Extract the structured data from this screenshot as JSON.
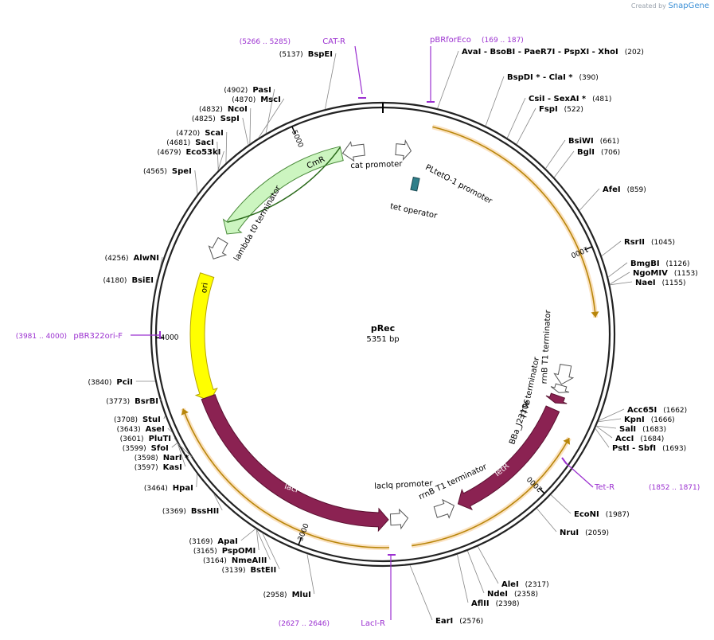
{
  "watermark": {
    "prefix": "Created by",
    "logo_text": "SnapGene"
  },
  "plasmid": {
    "name": "pRec",
    "size_label": "5351 bp",
    "length": 5351
  },
  "colors": {
    "backbone": "#222222",
    "feature_maroon": "#8b2252",
    "feature_green": "#ccf5c0",
    "feature_yellow": "#ffff00",
    "primer": "#9b30d0",
    "primer_orange": "#f0a040",
    "enzyme_line": "#888888",
    "white_feature": "#ffffff"
  },
  "ticks": [
    {
      "pos": 1000,
      "label": "1000"
    },
    {
      "pos": 2000,
      "label": "2000"
    },
    {
      "pos": 3000,
      "label": "3000"
    },
    {
      "pos": 4000,
      "label": "4000"
    },
    {
      "pos": 5000,
      "label": "5000"
    }
  ],
  "features": [
    {
      "name": "CmR",
      "label": "CmR",
      "type": "arrow",
      "start": 4500,
      "end": 5160,
      "dir": -1,
      "color": "green",
      "lane": 0
    },
    {
      "name": "cat promoter",
      "label": "cat promoter",
      "type": "arrow",
      "start": 5165,
      "end": 5265,
      "dir": -1,
      "color": "white",
      "lane": 0
    },
    {
      "name": "lambda t0 terminator",
      "label": "lambda t0 terminator",
      "type": "arrow",
      "start": 4370,
      "end": 4465,
      "dir": -1,
      "color": "white",
      "lane": 0
    },
    {
      "name": "ori",
      "label": "ori",
      "type": "arrow",
      "start": 3700,
      "end": 4290,
      "dir": -1,
      "color": "yellow",
      "lane": 0
    },
    {
      "name": "PLtetO-1 promoter",
      "label": "PLtetO-1 promoter",
      "type": "arrow",
      "start": 60,
      "end": 130,
      "dir": 1,
      "color": "white",
      "lane": 0
    },
    {
      "name": "tet operator",
      "label": "tet operator",
      "type": "box",
      "start": 170,
      "end": 190,
      "color": "teal",
      "lane": 2
    },
    {
      "name": "rrnB T1 terminator",
      "label": "rrnB T1 terminator",
      "type": "arrow",
      "start": 1480,
      "end": 1570,
      "dir": 1,
      "color": "white",
      "lane": 0
    },
    {
      "name": "T7Te terminator",
      "label": "T7Te terminator",
      "type": "arrow",
      "start": 1575,
      "end": 1610,
      "dir": 1,
      "color": "white",
      "lane": 0
    },
    {
      "name": "BBa_J23106",
      "label": "BBa_J23106",
      "type": "arrow",
      "start": 1625,
      "end": 1660,
      "dir": 1,
      "color": "maroon",
      "lane": 0
    },
    {
      "name": "TetR",
      "label": "TetR",
      "type": "arrow",
      "start": 1690,
      "end": 2320,
      "dir": 1,
      "color": "maroon",
      "lane": 0
    },
    {
      "name": "rrnB T1 terminator 2",
      "label": "rrnB T1 terminator",
      "type": "arrow",
      "start": 2340,
      "end": 2430,
      "dir": -1,
      "color": "white",
      "lane": 0
    },
    {
      "name": "lacIq promoter",
      "label": "lacIq promoter",
      "type": "arrow",
      "start": 2560,
      "end": 2640,
      "dir": -1,
      "color": "white",
      "lane": 0
    },
    {
      "name": "lacI",
      "label": "lacI",
      "type": "arrow",
      "start": 2650,
      "end": 3720,
      "dir": -1,
      "color": "maroon",
      "lane": 0
    }
  ],
  "primer_spans": [
    {
      "name": "orange-1",
      "start": 200,
      "end": 1270,
      "dir": 1
    },
    {
      "name": "orange-2",
      "start": 1770,
      "end": 2560,
      "dir": -1
    },
    {
      "name": "orange-3",
      "start": 2650,
      "end": 3710,
      "dir": 1
    }
  ],
  "primers": [
    {
      "name": "CAT-R",
      "label": "CAT-R",
      "coords": "(5266 .. 5285)",
      "pos": 5275
    },
    {
      "name": "pBRforEco",
      "label": "pBRforEco",
      "coords": "(169 .. 187)",
      "pos": 178
    },
    {
      "name": "pBR322ori-F",
      "label": "pBR322ori-F",
      "coords": "(3981 .. 4000)",
      "pos": 3990
    },
    {
      "name": "Tet-R",
      "label": "Tet-R",
      "coords": "(1852 .. 1871)",
      "pos": 1861
    },
    {
      "name": "LacI-R",
      "label": "LacI-R",
      "coords": "(2627 .. 2646)",
      "pos": 2636
    }
  ],
  "enzymes_right": [
    {
      "label": "AvaI - BsoBI - PaeR7I - PspXI - XhoI",
      "pos": "(202)",
      "site": 202
    },
    {
      "label": "BspDI * - ClaI *",
      "pos": "(390)",
      "site": 390
    },
    {
      "label": "CsiI - SexAI *",
      "pos": "(481)",
      "site": 481
    },
    {
      "label": "FspI",
      "pos": "(522)",
      "site": 522
    },
    {
      "label": "BsiWI",
      "pos": "(661)",
      "site": 661
    },
    {
      "label": "BglI",
      "pos": "(706)",
      "site": 706
    },
    {
      "label": "AfeI",
      "pos": "(859)",
      "site": 859
    },
    {
      "label": "RsrII",
      "pos": "(1045)",
      "site": 1045
    },
    {
      "label": "BmgBI",
      "pos": "(1126)",
      "site": 1126
    },
    {
      "label": "NgoMIV",
      "pos": "(1153)",
      "site": 1153
    },
    {
      "label": "NaeI",
      "pos": "(1155)",
      "site": 1155
    },
    {
      "label": "Acc65I",
      "pos": "(1662)",
      "site": 1662
    },
    {
      "label": "KpnI",
      "pos": "(1666)",
      "site": 1666
    },
    {
      "label": "SalI",
      "pos": "(1683)",
      "site": 1683
    },
    {
      "label": "AccI",
      "pos": "(1684)",
      "site": 1684
    },
    {
      "label": "PstI - SbfI",
      "pos": "(1693)",
      "site": 1693
    },
    {
      "label": "EcoNI",
      "pos": "(1987)",
      "site": 1987
    },
    {
      "label": "NruI",
      "pos": "(2059)",
      "site": 2059
    },
    {
      "label": "AleI",
      "pos": "(2317)",
      "site": 2317
    },
    {
      "label": "NdeI",
      "pos": "(2358)",
      "site": 2358
    },
    {
      "label": "AflII",
      "pos": "(2398)",
      "site": 2398
    },
    {
      "label": "EarI",
      "pos": "(2576)",
      "site": 2576
    }
  ],
  "enzymes_left": [
    {
      "label": "BspEI",
      "pos": "(5137)",
      "site": 5137
    },
    {
      "label": "PasI",
      "pos": "(4902)",
      "site": 4902
    },
    {
      "label": "MscI",
      "pos": "(4870)",
      "site": 4870
    },
    {
      "label": "NcoI",
      "pos": "(4832)",
      "site": 4832
    },
    {
      "label": "SspI",
      "pos": "(4825)",
      "site": 4825
    },
    {
      "label": "ScaI",
      "pos": "(4720)",
      "site": 4720
    },
    {
      "label": "SacI",
      "pos": "(4681)",
      "site": 4681
    },
    {
      "label": "Eco53kI",
      "pos": "(4679)",
      "site": 4679
    },
    {
      "label": "SpeI",
      "pos": "(4565)",
      "site": 4565
    },
    {
      "label": "AlwNI",
      "pos": "(4256)",
      "site": 4256
    },
    {
      "label": "BsiEI",
      "pos": "(4180)",
      "site": 4180
    },
    {
      "label": "PciI",
      "pos": "(3840)",
      "site": 3840
    },
    {
      "label": "BsrBI",
      "pos": "(3773)",
      "site": 3773
    },
    {
      "label": "StuI",
      "pos": "(3708)",
      "site": 3708
    },
    {
      "label": "AseI",
      "pos": "(3643)",
      "site": 3643
    },
    {
      "label": "PluTI",
      "pos": "(3601)",
      "site": 3601
    },
    {
      "label": "SfoI",
      "pos": "(3599)",
      "site": 3599
    },
    {
      "label": "NarI *",
      "pos": "(3598)",
      "site": 3598
    },
    {
      "label": "KasI",
      "pos": "(3597)",
      "site": 3597
    },
    {
      "label": "HpaI",
      "pos": "(3464)",
      "site": 3464
    },
    {
      "label": "BssHII",
      "pos": "(3369)",
      "site": 3369
    },
    {
      "label": "ApaI",
      "pos": "(3169)",
      "site": 3169
    },
    {
      "label": "PspOMI",
      "pos": "(3165)",
      "site": 3165
    },
    {
      "label": "NmeAIII",
      "pos": "(3164)",
      "site": 3164
    },
    {
      "label": "BstEII",
      "pos": "(3139)",
      "site": 3139
    },
    {
      "label": "MluI",
      "pos": "(2958)",
      "site": 2958
    }
  ]
}
